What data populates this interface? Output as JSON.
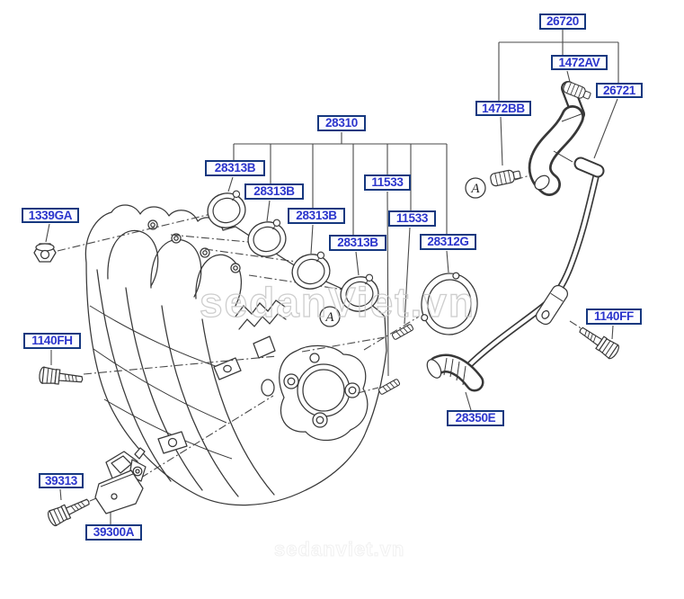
{
  "page": {
    "background": "#ffffff",
    "type": "parts-catalog-exploded-diagram",
    "subject": "intake-manifold"
  },
  "colors": {
    "label_text": "#2b35cc",
    "label_border": "#16387f",
    "label_background": "#fdfdff",
    "line_art": "#383838",
    "watermark": "#c5c5c5"
  },
  "watermarks": {
    "center": "sedanViet.vn",
    "bottom": "sedanviet.vn"
  },
  "annotations": [
    {
      "text": "A"
    },
    {
      "text": "A"
    }
  ],
  "labels": [
    {
      "part": "26720"
    },
    {
      "part": "1472AV"
    },
    {
      "part": "26721"
    },
    {
      "part": "1472BB"
    },
    {
      "part": "28310"
    },
    {
      "part": "28313B"
    },
    {
      "part": "28313B"
    },
    {
      "part": "28313B"
    },
    {
      "part": "11533"
    },
    {
      "part": "11533"
    },
    {
      "part": "28313B"
    },
    {
      "part": "28312G"
    },
    {
      "part": "1339GA"
    },
    {
      "part": "1140FH"
    },
    {
      "part": "1140FF"
    },
    {
      "part": "28350E"
    },
    {
      "part": "39313"
    },
    {
      "part": "39300A"
    }
  ]
}
